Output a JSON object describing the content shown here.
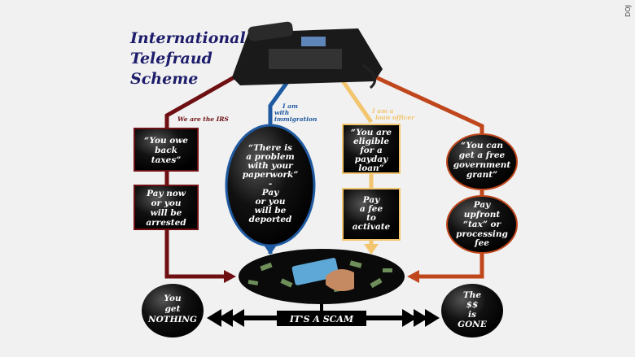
{
  "title": [
    "International",
    "Telefraud",
    "Scheme"
  ],
  "credit": "DOJ",
  "colors": {
    "irs": "#6e0f12",
    "immigration": "#1f5aa0",
    "loan": "#f2c56e",
    "grant": "#c0461b",
    "title": "#1d1d6b"
  },
  "branches": {
    "irs": {
      "tag": "We are the IRS",
      "box1": [
        "“You owe",
        "back",
        "taxes”"
      ],
      "box2": [
        "Pay now",
        "or you",
        "will be",
        "arrested"
      ]
    },
    "immigration": {
      "tag": [
        "I am",
        "with",
        "immigration"
      ],
      "bubble": [
        "“There is",
        "a problem",
        "with your",
        "paperwork”",
        "-",
        "Pay",
        "or you",
        "will be",
        "deported"
      ]
    },
    "loan": {
      "tag": [
        "I am a",
        "loan officer"
      ],
      "box1": [
        "“You are",
        "eligible",
        "for a",
        "payday",
        "loan”"
      ],
      "box2": [
        "Pay",
        "a fee",
        "to",
        "activate"
      ]
    },
    "grant": {
      "box1": [
        "“You can",
        "get a free",
        "government",
        "grant”"
      ],
      "box2": [
        "Pay",
        "upfront",
        "“tax” or",
        "processing",
        "fee"
      ]
    }
  },
  "outcomes": {
    "left": [
      "You",
      "get",
      "NOTHING"
    ],
    "right": [
      "The",
      "$$",
      "is",
      "GONE"
    ],
    "center": "IT'S A SCAM"
  }
}
